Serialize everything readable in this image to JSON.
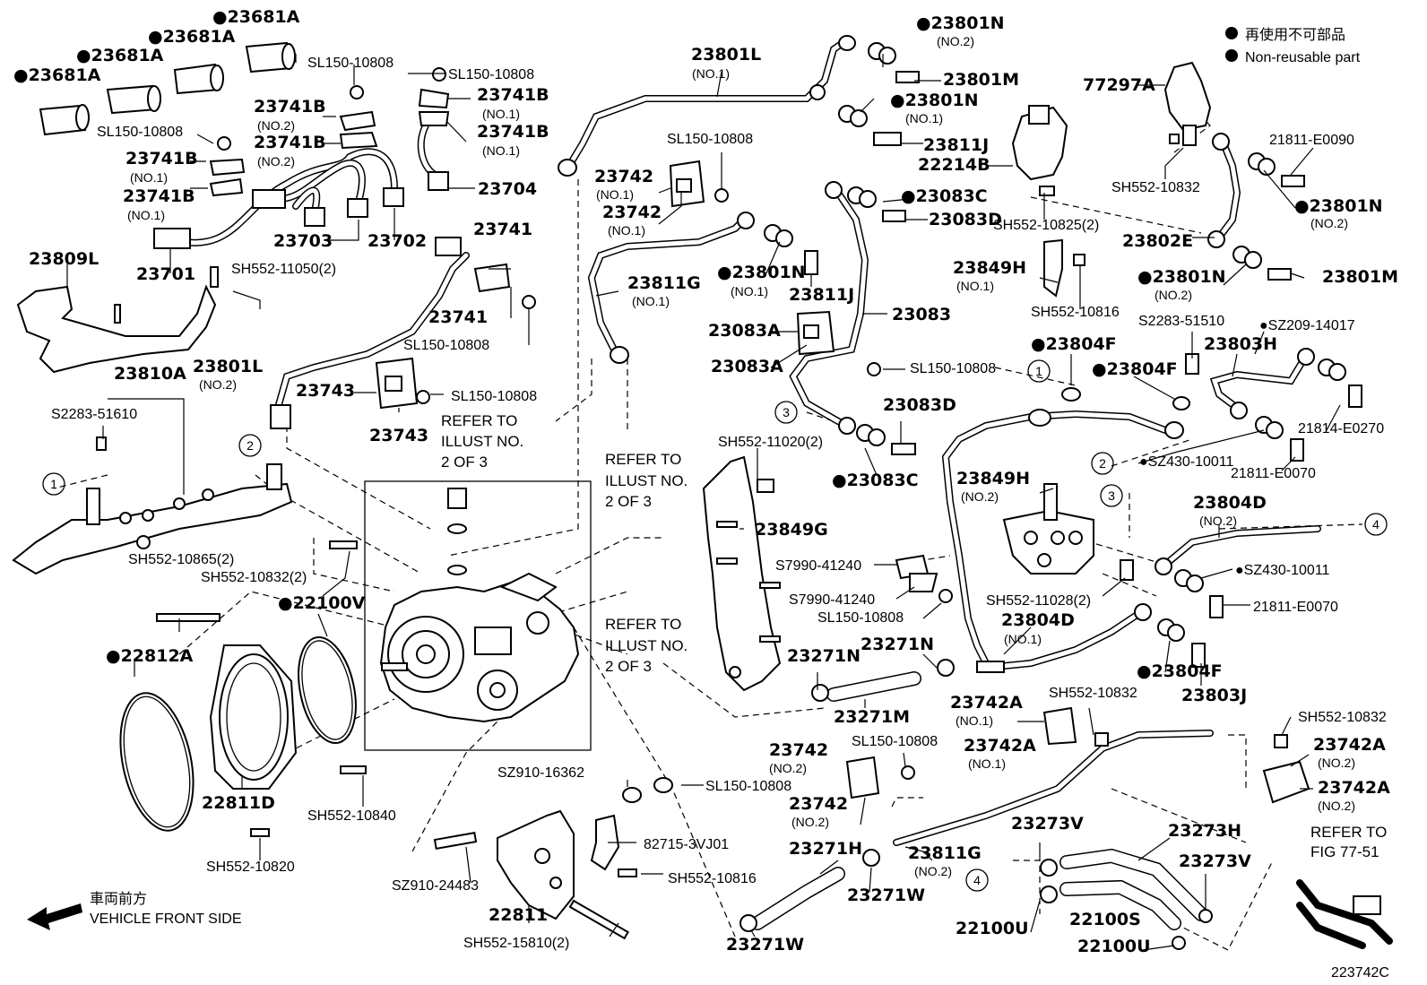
{
  "legend": {
    "jp": "再使用不可部品",
    "en": "Non-reusable part"
  },
  "direction": {
    "jp": "車両前方",
    "en": "VEHICLE FRONT SIDE"
  },
  "figure_id": "223742C",
  "refer_fig": "REFER TO\nFIG 77-51",
  "refer_illust": [
    "REFER TO",
    "ILLUST NO.",
    "2 OF 3"
  ],
  "labels": [
    {
      "t": "●23681A"
    },
    {
      "t": "●23681A"
    },
    {
      "t": "●23681A"
    },
    {
      "t": "●23681A"
    },
    {
      "t": "SL150-10808"
    },
    {
      "t": "SL150-10808"
    },
    {
      "t": "SL150-10808"
    },
    {
      "t": "23741B"
    },
    {
      "t": "(NO.2)"
    },
    {
      "t": "23741B"
    },
    {
      "t": "(NO.2)"
    },
    {
      "t": "23741B"
    },
    {
      "t": "(NO.1)"
    },
    {
      "t": "23741B"
    },
    {
      "t": "(NO.1)"
    },
    {
      "t": "23741B"
    },
    {
      "t": "(NO.1)"
    },
    {
      "t": "23741B"
    },
    {
      "t": "(NO.1)"
    },
    {
      "t": "23704"
    },
    {
      "t": "23703"
    },
    {
      "t": "23702"
    },
    {
      "t": "23701"
    },
    {
      "t": "23809L"
    },
    {
      "t": "SH552-11050(2)"
    },
    {
      "t": "23741"
    },
    {
      "t": "23741"
    },
    {
      "t": "SL150-10808"
    },
    {
      "t": "23810A"
    },
    {
      "t": "S2283-51610"
    },
    {
      "t": "23801L"
    },
    {
      "t": "(NO.2)"
    },
    {
      "t": "23743"
    },
    {
      "t": "23743"
    },
    {
      "t": "SL150-10808"
    },
    {
      "t": "SH552-10865(2)"
    },
    {
      "t": "SH552-10832(2)"
    },
    {
      "t": "●22100V"
    },
    {
      "t": "●22812A"
    },
    {
      "t": "22811D"
    },
    {
      "t": "SH552-10840"
    },
    {
      "t": "SH552-10820"
    },
    {
      "t": "23801L"
    },
    {
      "t": "(NO.1)"
    },
    {
      "t": "SL150-10808"
    },
    {
      "t": "23742"
    },
    {
      "t": "(NO.1)"
    },
    {
      "t": "23742"
    },
    {
      "t": "(NO.1)"
    },
    {
      "t": "23811G"
    },
    {
      "t": "(NO.1)"
    },
    {
      "t": "SZ910-16362"
    },
    {
      "t": "SL150-10808"
    },
    {
      "t": "82715-3VJ01"
    },
    {
      "t": "SZ910-24483"
    },
    {
      "t": "SH552-10816"
    },
    {
      "t": "22811"
    },
    {
      "t": "SH552-15810(2)"
    },
    {
      "t": "●23801N"
    },
    {
      "t": "(NO.2)"
    },
    {
      "t": "23801M"
    },
    {
      "t": "●23801N"
    },
    {
      "t": "(NO.1)"
    },
    {
      "t": "23811J"
    },
    {
      "t": "22214B"
    },
    {
      "t": "●23083C"
    },
    {
      "t": "23083D"
    },
    {
      "t": "●23801N"
    },
    {
      "t": "(NO.1)"
    },
    {
      "t": "23811J"
    },
    {
      "t": "23083"
    },
    {
      "t": "23083A"
    },
    {
      "t": "23083A"
    },
    {
      "t": "SL150-10808"
    },
    {
      "t": "23083D"
    },
    {
      "t": "SH552-11020(2)"
    },
    {
      "t": "●23083C"
    },
    {
      "t": "23849G"
    },
    {
      "t": "S7990-41240"
    },
    {
      "t": "S7990-41240"
    },
    {
      "t": "SL150-10808"
    },
    {
      "t": "23271N"
    },
    {
      "t": "23271N"
    },
    {
      "t": "23271M"
    },
    {
      "t": "23742"
    },
    {
      "t": "(NO.2)"
    },
    {
      "t": "SL150-10808"
    },
    {
      "t": "23742"
    },
    {
      "t": "(NO.2)"
    },
    {
      "t": "23271H"
    },
    {
      "t": "23271W"
    },
    {
      "t": "23271W"
    },
    {
      "t": "23811G"
    },
    {
      "t": "(NO.2)"
    },
    {
      "t": "77297A"
    },
    {
      "t": "SH552-10832"
    },
    {
      "t": "SH552-10825(2)"
    },
    {
      "t": "21811-E0090"
    },
    {
      "t": "●23801N"
    },
    {
      "t": "(NO.2)"
    },
    {
      "t": "23802E"
    },
    {
      "t": "●23801N"
    },
    {
      "t": "(NO.2)"
    },
    {
      "t": "23801M"
    },
    {
      "t": "23849H"
    },
    {
      "t": "(NO.1)"
    },
    {
      "t": "SH552-10816"
    },
    {
      "t": "S2283-51510"
    },
    {
      "t": "●SZ209-14017"
    },
    {
      "t": "●23804F"
    },
    {
      "t": "●23804F"
    },
    {
      "t": "23803H"
    },
    {
      "t": "21814-E0270"
    },
    {
      "t": "●SZ430-10011"
    },
    {
      "t": "21811-E0070"
    },
    {
      "t": "23849H"
    },
    {
      "t": "(NO.2)"
    },
    {
      "t": "23804D"
    },
    {
      "t": "(NO.2)"
    },
    {
      "t": "●SZ430-10011"
    },
    {
      "t": "21811-E0070"
    },
    {
      "t": "SH552-11028(2)"
    },
    {
      "t": "23804D"
    },
    {
      "t": "(NO.1)"
    },
    {
      "t": "●23804F"
    },
    {
      "t": "23803J"
    },
    {
      "t": "23742A"
    },
    {
      "t": "(NO.1)"
    },
    {
      "t": "SH552-10832"
    },
    {
      "t": "23742A"
    },
    {
      "t": "(NO.1)"
    },
    {
      "t": "SH552-10832"
    },
    {
      "t": "23742A"
    },
    {
      "t": "(NO.2)"
    },
    {
      "t": "23742A"
    },
    {
      "t": "(NO.2)"
    },
    {
      "t": "23273V"
    },
    {
      "t": "23273H"
    },
    {
      "t": "23273V"
    },
    {
      "t": "22100U"
    },
    {
      "t": "22100S"
    },
    {
      "t": "22100U"
    }
  ],
  "callouts": [
    "1",
    "2",
    "1",
    "2",
    "3",
    "3",
    "4",
    "4"
  ]
}
